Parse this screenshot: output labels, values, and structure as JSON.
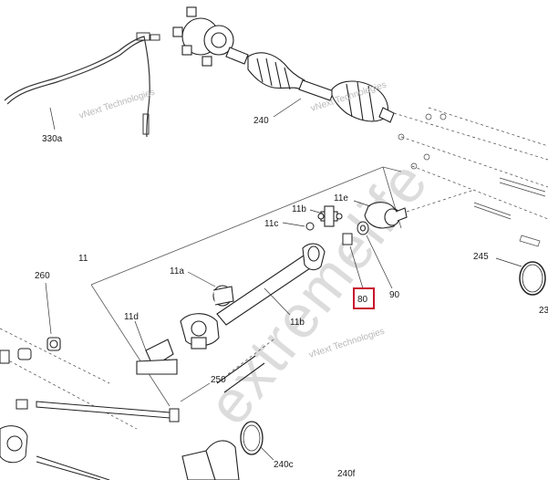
{
  "callouts": {
    "c330a": "330a",
    "c240": "240",
    "c11e": "11e",
    "c11b_top": "11b",
    "c11c": "11c",
    "c245": "245",
    "c23": "23",
    "c11": "11",
    "c260": "260",
    "c11a": "11a",
    "c80": "80",
    "c90": "90",
    "c11d": "11d",
    "c11b_mid": "11b",
    "c250": "250",
    "c240c": "240c",
    "c240f": "240f"
  },
  "watermarks": {
    "brand_1": "vNext Technologies",
    "brand_2": "vNext Technologies",
    "brand_3": "vNext Technologies",
    "big": "extremelife"
  },
  "highlight": {
    "part": "80",
    "color": "#c8102e"
  }
}
